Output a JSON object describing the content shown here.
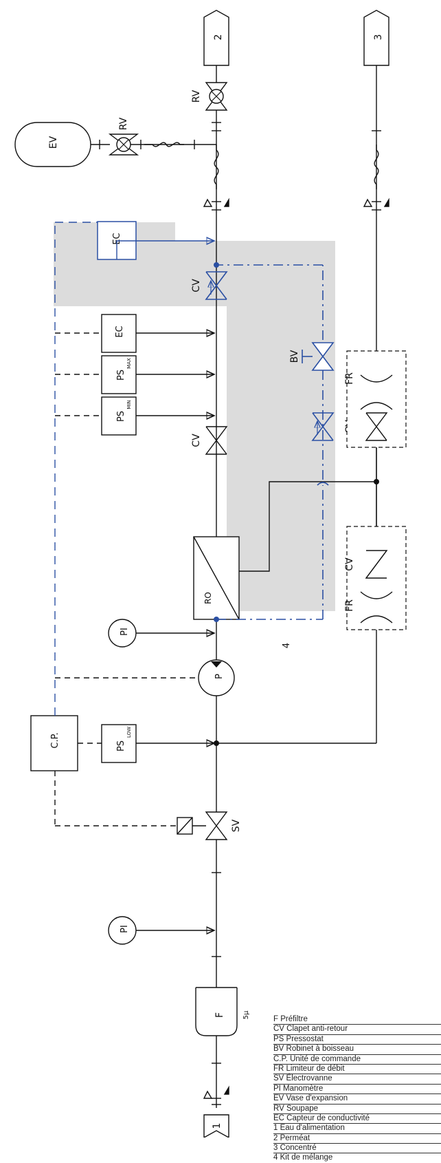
{
  "connectors": {
    "feed": "1",
    "permeate": "2",
    "concentrate": "3"
  },
  "labels": {
    "ev": "EV",
    "rv": "RV",
    "ec": "EC",
    "cv": "CV",
    "bv": "BV",
    "fr": "FR",
    "ps": "PS",
    "ps_max_sub": "MAX",
    "ps_min_sub": "MIN",
    "ps_low_sub": "LOW",
    "ro": "RO",
    "pi": "PI",
    "pump": "P",
    "cp": "C.P.",
    "sv": "SV",
    "f": "F",
    "filter_rating": "5µ",
    "mixing_kit_num": "4"
  },
  "colors": {
    "line": "#111111",
    "blue": "#2a4fa3",
    "shade": "#dcdcdc"
  },
  "legend": [
    "F Préfiltre",
    "CV Clapet anti-retour",
    "PS Pressostat",
    "BV Robinet à boisseau",
    "C.P. Unité de commande",
    "FR Limiteur de débit",
    "SV Électrovanne",
    "PI Manomètre",
    "EV Vase d'expansion",
    "RV Soupape",
    "EC Capteur de conductivité",
    "1 Eau d'alimentation",
    "2 Perméat",
    "3 Concentré",
    "4 Kit de mélange"
  ]
}
